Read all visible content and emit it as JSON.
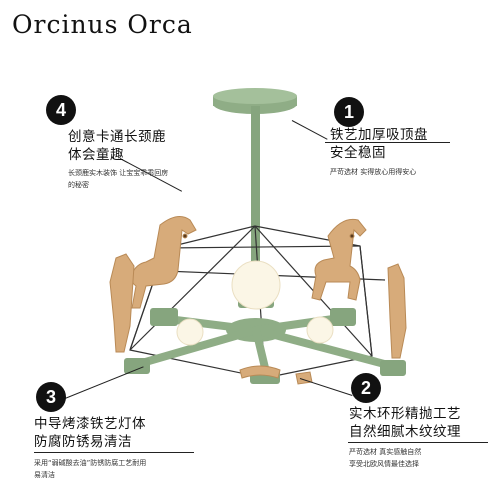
{
  "brand": "Orcinus Orca",
  "features": [
    {
      "num": "1",
      "title_l1": "铁艺加厚吸顶盘",
      "title_l2": "安全稳固",
      "desc_l1": "严苛选材 实得放心用得安心",
      "desc_l2": ""
    },
    {
      "num": "2",
      "title_l1": "实木环形精抛工艺",
      "title_l2": "自然细腻木纹纹理",
      "desc_l1": "严苛选材 真实感触自然",
      "desc_l2": "享受北欧风情最佳选择"
    },
    {
      "num": "3",
      "title_l1": "中导烤漆铁艺灯体",
      "title_l2": "防腐防锈易清洁",
      "desc_l1": "采用“弱碱酸去油”防锈防腐工艺耐用",
      "desc_l2": "易清洁"
    },
    {
      "num": "4",
      "title_l1": "创意卡通长颈鹿",
      "title_l2": "体会童趣",
      "desc_l1": "长颈鹿实木装饰 让宝宝乖乖回房",
      "desc_l2": "的秘密"
    }
  ],
  "colors": {
    "lamp_green": "#8fad86",
    "wood": "#d7ab7a",
    "bulb": "#fbf6e6"
  }
}
